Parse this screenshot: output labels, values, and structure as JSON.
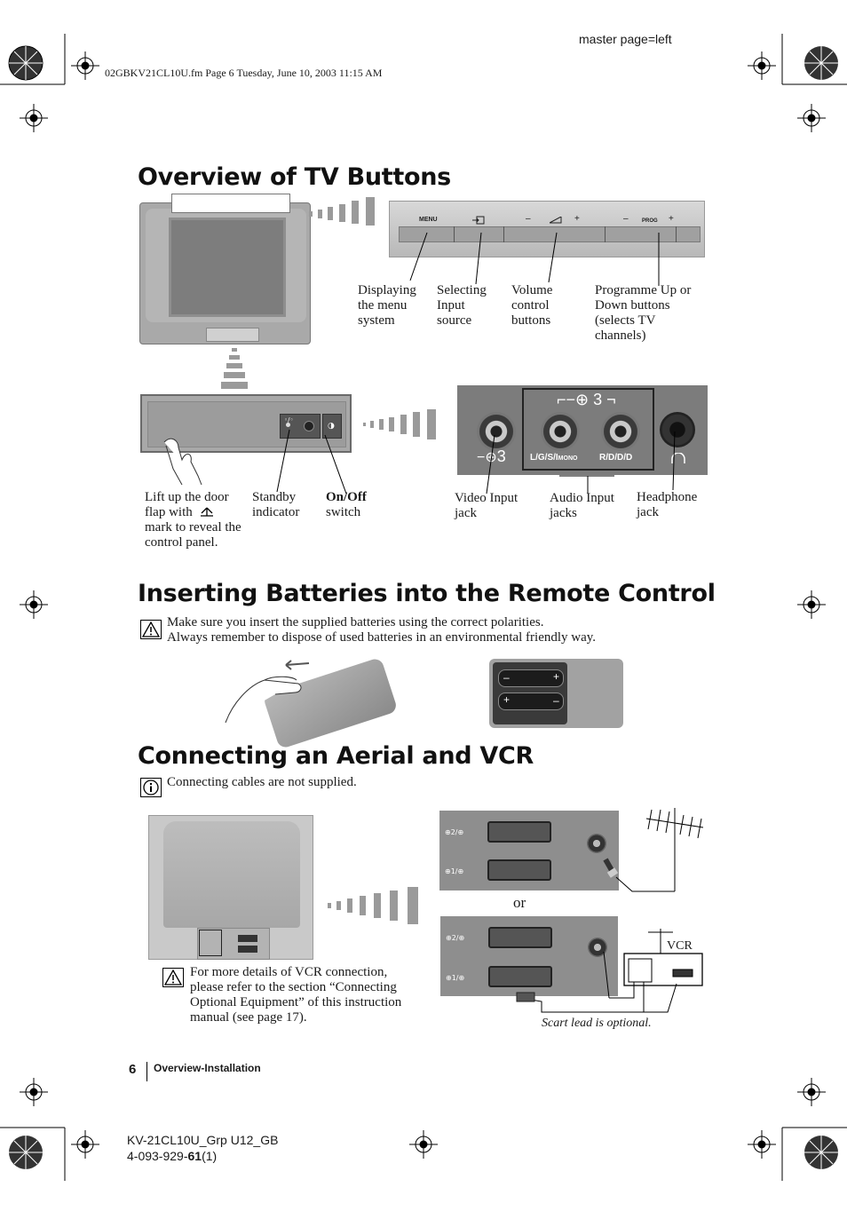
{
  "header": {
    "master_page": "master page=left",
    "file_line": "02GBKV21CL10U.fm  Page 6  Tuesday, June 10, 2003  11:15 AM"
  },
  "sections": {
    "overview": {
      "title": "Overview of TV Buttons",
      "panel_labels": {
        "menu": "MENU",
        "vol_minus": "–",
        "vol_plus": "+",
        "prog_minus": "–",
        "prog": "PROG",
        "prog_plus": "+"
      },
      "callouts": {
        "menu": "Displaying the menu system",
        "input": "Selecting Input source",
        "volume": "Volume control buttons",
        "programme": "Programme Up or Down buttons (selects TV channels)",
        "door": "Lift up the door flap with",
        "door_rest": "mark to reveal the control panel.",
        "standby": "Standby indicator",
        "onoff_bold": "On/Off",
        "onoff_rest": "switch",
        "video": "Video Input jack",
        "audio": "Audio Input jacks",
        "headphone": "Headphone jack"
      },
      "jack_labels": {
        "input3": "3",
        "lgs": "L/G/S/I",
        "mono": "MONO",
        "rdd": "R/D/D/D",
        "top3": "3"
      }
    },
    "batteries": {
      "title": "Inserting Batteries into the Remote Control",
      "note_line1": "Make sure you insert the supplied batteries using the correct polarities.",
      "note_line2": "Always remember to dispose of used batteries in an environmental friendly way."
    },
    "aerial": {
      "title": "Connecting an Aerial and VCR",
      "note": "Connecting cables are not supplied.",
      "or": "or",
      "vcr": "VCR",
      "vcr_note": "For more details of VCR connection, please refer to the section “Connecting Optional Equipment” of this instruction manual (see page 17).",
      "scart_note": "Scart lead is optional.",
      "scart2": "2/",
      "scart1": "1/"
    }
  },
  "footer": {
    "page_number": "6",
    "section": "Overview-Installation",
    "model": "KV-21CL10U_Grp U12_GB",
    "code_prefix": "4-093-929-",
    "code_bold": "61",
    "code_suffix": "(1)"
  },
  "icons": {
    "warning": "warning-triangle-icon",
    "info": "info-icon",
    "registration": "registration-mark-icon"
  },
  "colors": {
    "text": "#1a1a1a",
    "photo_grey": "#9a9a9a",
    "panel_dark": "#4a4a4a"
  }
}
